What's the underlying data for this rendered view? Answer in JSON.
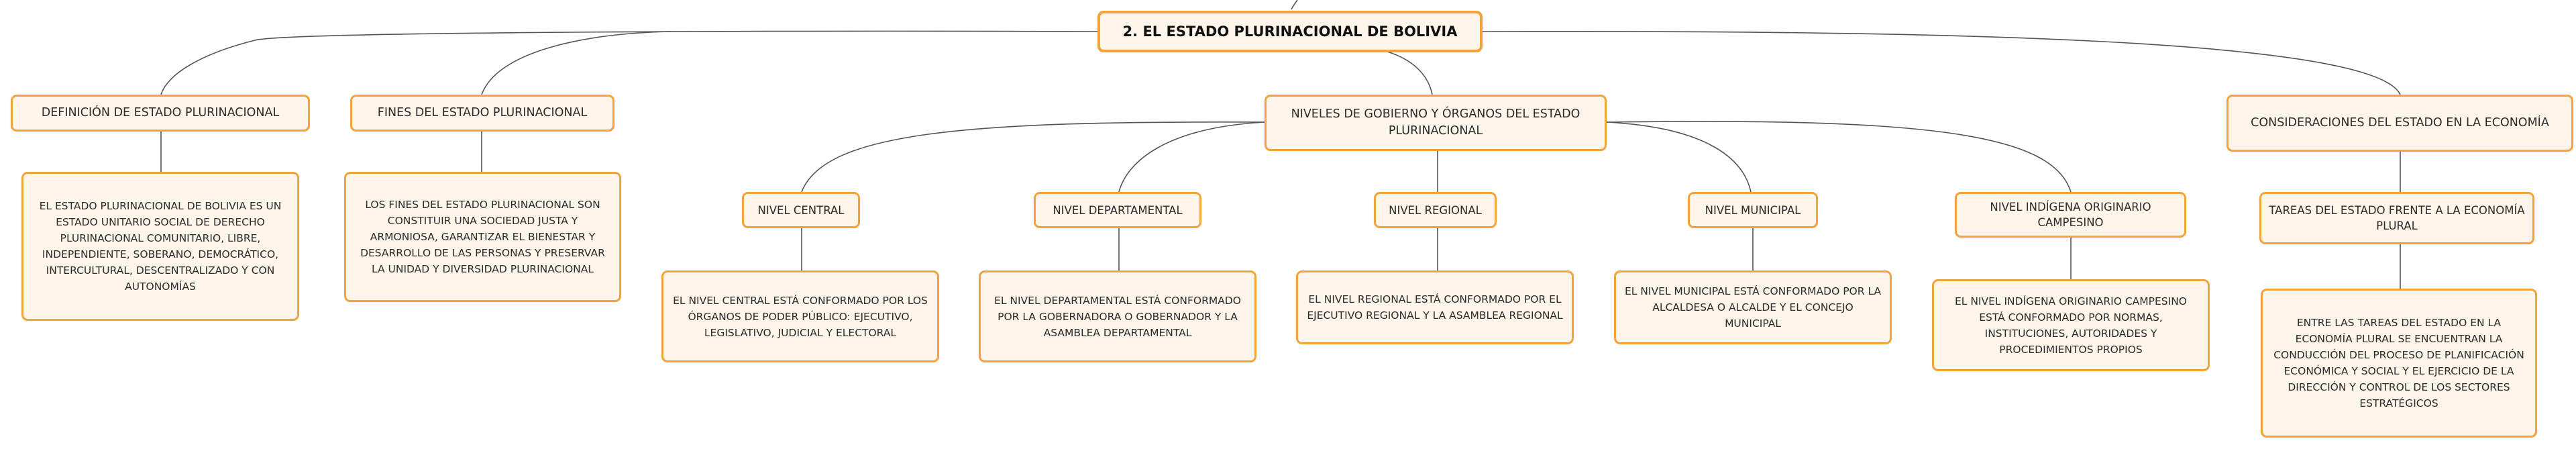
{
  "root": {
    "label": "2. EL ESTADO PLURINACIONAL DE BOLIVIA"
  },
  "definicion": {
    "label": "DEFINICIÓN DE ESTADO PLURINACIONAL",
    "text": "EL ESTADO PLURINACIONAL DE BOLIVIA ES UN ESTADO UNITARIO SOCIAL DE DERECHO PLURINACIONAL COMUNITARIO, LIBRE, INDEPENDIENTE, SOBERANO, DEMOCRÁTICO, INTERCULTURAL, DESCENTRALIZADO Y CON AUTONOMÍAS"
  },
  "fines": {
    "label": "FINES DEL ESTADO PLURINACIONAL",
    "text": "LOS FINES DEL ESTADO PLURINACIONAL SON CONSTITUIR UNA SOCIEDAD JUSTA Y ARMONIOSA, GARANTIZAR EL BIENESTAR Y DESARROLLO DE LAS PERSONAS Y PRESERVAR LA UNIDAD Y DIVERSIDAD PLURINACIONAL"
  },
  "niveles": {
    "label": "NIVELES DE GOBIERNO Y ÓRGANOS DEL ESTADO PLURINACIONAL",
    "central": {
      "label": "NIVEL CENTRAL",
      "text": "EL NIVEL CENTRAL ESTÁ CONFORMADO POR LOS ÓRGANOS DE PODER PÚBLICO: EJECUTIVO, LEGISLATIVO, JUDICIAL Y ELECTORAL"
    },
    "departamental": {
      "label": "NIVEL DEPARTAMENTAL",
      "text": "EL NIVEL DEPARTAMENTAL ESTÁ CONFORMADO POR LA GOBERNADORA O GOBERNADOR Y LA ASAMBLEA DEPARTAMENTAL"
    },
    "regional": {
      "label": "NIVEL REGIONAL",
      "text": "EL NIVEL REGIONAL ESTÁ CONFORMADO POR EL EJECUTIVO REGIONAL Y LA ASAMBLEA REGIONAL"
    },
    "municipal": {
      "label": "NIVEL MUNICIPAL",
      "text": "EL NIVEL MUNICIPAL ESTÁ CONFORMADO POR LA ALCALDESA O ALCALDE Y EL CONCEJO MUNICIPAL"
    },
    "indigena": {
      "label": "NIVEL INDÍGENA ORIGINARIO CAMPESINO",
      "text": "EL NIVEL INDÍGENA ORIGINARIO CAMPESINO ESTÁ CONFORMADO POR NORMAS, INSTITUCIONES, AUTORIDADES Y PROCEDIMIENTOS PROPIOS"
    }
  },
  "economia": {
    "label": "CONSIDERACIONES DEL ESTADO EN LA ECONOMÍA",
    "tareas": {
      "label": "TAREAS DEL ESTADO FRENTE A LA ECONOMÍA PLURAL",
      "text": "ENTRE LAS TAREAS DEL ESTADO EN LA ECONOMÍA PLURAL SE ENCUENTRAN LA CONDUCCIÓN DEL PROCESO DE PLANIFICACIÓN ECONÓMICA Y SOCIAL Y EL EJERCICIO DE LA DIRECCIÓN Y CONTROL DE LOS SECTORES ESTRATÉGICOS"
    }
  },
  "colors": {
    "border": "#f2a43a",
    "fill": "#fdf4ea",
    "line": "#555555"
  }
}
